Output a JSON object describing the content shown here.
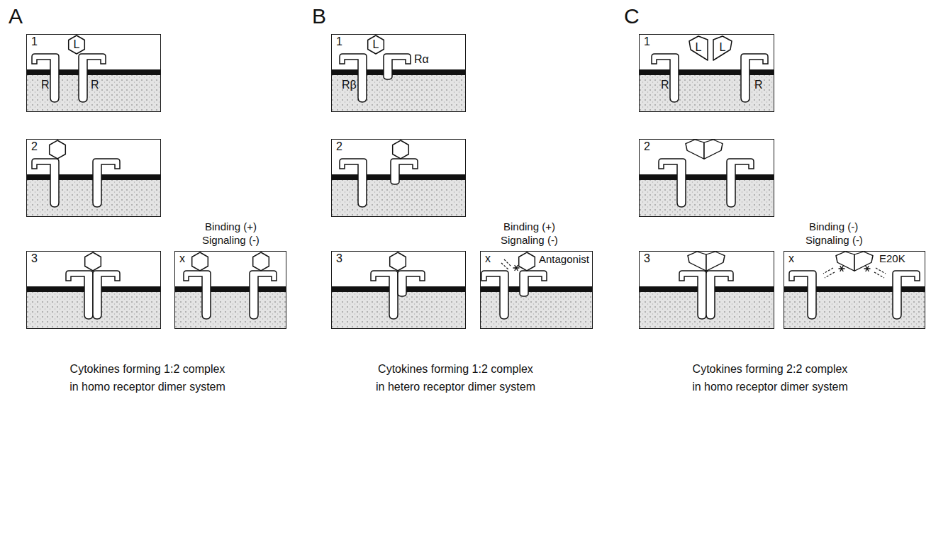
{
  "diagram": {
    "nodes": [
      {
        "text": [
          "1",
          "R",
          "R"
        ]
      },
      {
        "text": [
          "L"
        ],
        "in": 0
      },
      {
        "text": [
          "2"
        ]
      },
      {
        "text": [
          "3"
        ]
      },
      {
        "text": [
          "x"
        ]
      },
      {
        "text": [
          "1",
          "Rα",
          "Rβ"
        ]
      },
      {
        "text": [
          "L"
        ],
        "in": 5
      },
      {
        "text": [
          "2"
        ]
      },
      {
        "text": [
          "3"
        ]
      },
      {
        "text": [
          "x",
          "Antagonist"
        ]
      },
      {
        "text": [
          "1",
          "R",
          "R"
        ]
      },
      {
        "text": [
          "L"
        ],
        "in": 10
      },
      {
        "text": [
          "L"
        ],
        "in": 10
      },
      {
        "text": [
          "2"
        ]
      },
      {
        "text": [
          "3"
        ]
      },
      {
        "text": [
          "x",
          "E20K"
        ]
      }
    ],
    "labels": [
      "A",
      "B",
      "C",
      "Binding (+)",
      "Signaling (-)",
      "Binding (+)",
      "Signaling (-)",
      "Binding (-)",
      "Signaling (-)",
      "Cytokines forming 1:2 complex in homo receptor dimer system",
      "Cytokines forming 1:2 complex in hetero receptor dimer system",
      "Cytokines forming 2:2 complex in homo receptor dimer system"
    ]
  }
}
